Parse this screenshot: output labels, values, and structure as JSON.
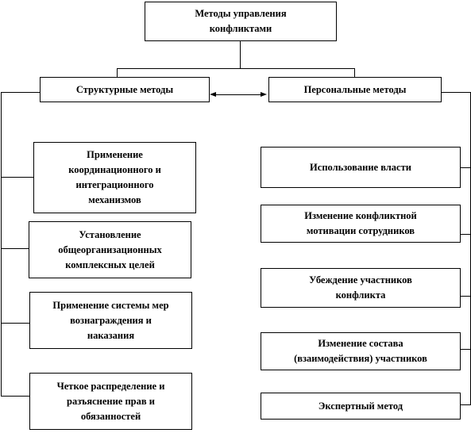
{
  "diagram": {
    "root": {
      "line1": "Методы управления",
      "line2": "конфликтами"
    },
    "structural": {
      "title": "Структурные методы",
      "items": [
        {
          "lines": [
            "Применение",
            "координационного и",
            "интеграционного",
            "механизмов"
          ]
        },
        {
          "lines": [
            "Установление",
            "общеорганизационных",
            "комплексных целей"
          ]
        },
        {
          "lines": [
            "Применение системы мер",
            "вознаграждения и",
            "наказания"
          ]
        },
        {
          "lines": [
            "Четкое распределение и",
            "разъяснение прав и",
            "обязанностей"
          ]
        }
      ]
    },
    "personal": {
      "title": "Персональные методы",
      "items": [
        {
          "lines": [
            "Использование власти"
          ]
        },
        {
          "lines": [
            "Изменение конфликтной",
            "мотивации сотрудников"
          ]
        },
        {
          "lines": [
            "Убеждение участников",
            "конфликта"
          ]
        },
        {
          "lines": [
            "Изменение состава",
            "(взаимодействия) участников"
          ]
        },
        {
          "lines": [
            "Экспертный метод"
          ]
        }
      ]
    }
  }
}
